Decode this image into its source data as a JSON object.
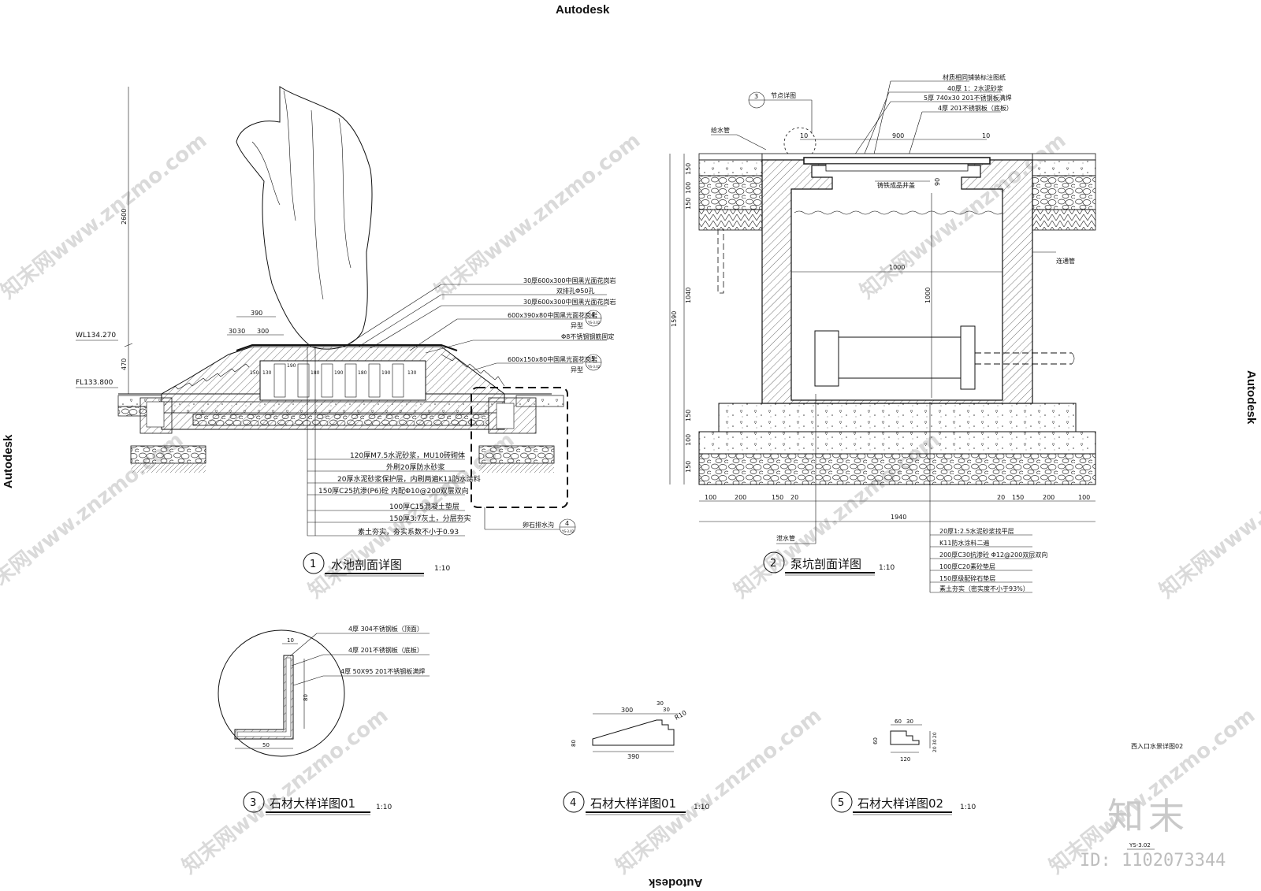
{
  "watermarks": {
    "top": "Autodesk",
    "left": "Autodesk",
    "right": "Autodesk",
    "bottom": "Autodesk",
    "site": "知末网www.znzmo.com",
    "logo": "知末",
    "id": "ID: 1102073344"
  },
  "detail1": {
    "num": "1",
    "title": "水池剖面详图",
    "scale": "1:10",
    "wl": "WL134.270",
    "fl": "FL133.800",
    "dim_height": "2600",
    "dim_470": "470",
    "dim_390": "390",
    "dim_30a": "30",
    "dim_30b": "30",
    "dim_300": "300",
    "labels_top": [
      "30厚600x300中国黑光面花岗岩",
      "双排孔Φ50孔",
      "30厚600x300中国黑光面花岗岩",
      "600x390x80中国黑光面花岗岩",
      "异型",
      "Φ8不锈钢钢筋固定",
      "600x150x80中国黑光面花岗岩",
      "异型"
    ],
    "ref4": "4",
    "ref5": "5",
    "sheet_ref": "YS-3.02",
    "labels_bottom": [
      "120厚M7.5水泥砂浆，MU10砖砌体",
      "外刷20厚防水砂浆",
      "20厚水泥砂浆保护层，内刷两遍K11防水涂料",
      "150厚C25抗渗(P6)砼 内配Φ10@200双层双向",
      "100厚C15混凝土垫层",
      "150厚3:7灰土，分层夯实",
      "素土夯实，夯实系数不小于0.93"
    ],
    "drain_label": "卵石排水沟",
    "drain_ref": "4",
    "inner_dims": [
      "150",
      "130",
      "190",
      "180",
      "190",
      "180",
      "190",
      "130"
    ]
  },
  "detail2": {
    "num": "2",
    "title": "泵坑剖面详图",
    "scale": "1:10",
    "node_ref": "3",
    "node_label": "节点详图",
    "labels_top": [
      "材质相同铺装标注图纸",
      "40厚 1：2水泥砂浆",
      "5厚 740x30 201不锈钢板满焊",
      "4厚 201不锈钢板（底板）"
    ],
    "supply_pipe": "给水管",
    "cover": "铸铁成品井盖",
    "overflow": "连通管",
    "drain_pipe": "泄水管",
    "dim_900": "900",
    "dim_10a": "10",
    "dim_10b": "10",
    "dim_90": "90",
    "dim_1000w": "1000",
    "dim_1000h": "1000",
    "dim_1040": "1040",
    "dim_1590": "1590",
    "dim_left": [
      "150",
      "100",
      "150",
      "150",
      "100",
      "150"
    ],
    "dim_bottom": [
      "100",
      "200",
      "150",
      "20",
      "20",
      "150",
      "200",
      "100"
    ],
    "dim_total": "1940",
    "labels_bottom": [
      "20厚1:2.5水泥砂浆找平层",
      "K11防水涂料二遍",
      "200厚C30抗渗砼 Φ12@200双层双向",
      "100厚C20素砼垫层",
      "150厚级配碎石垫层",
      "素土夯实（密实度不小于93%）"
    ]
  },
  "detail3": {
    "num": "3",
    "title": "石材大样详图01",
    "scale": "1:10",
    "labels": [
      "4厚 304不锈钢板（顶面）",
      "4厚 201不锈钢板（底板）",
      "4厚 50X95 201不锈钢板满焊"
    ],
    "dim_10": "10",
    "dim_80": "80",
    "dim_50": "50"
  },
  "detail4": {
    "num": "4",
    "title": "石材大样详图01",
    "scale": "1:10",
    "dim_300": "300",
    "dim_30a": "30",
    "dim_30b": "30",
    "dim_r": "R10",
    "dim_390": "390",
    "dim_h": "80"
  },
  "detail5": {
    "num": "5",
    "title": "石材大样详图02",
    "scale": "1:10",
    "dims_top": [
      "60",
      "30"
    ],
    "dim_h": "60",
    "dim_120": "120",
    "dims_right": [
      "20",
      "30",
      "20"
    ]
  },
  "sheet": {
    "caption": "西入口水景详图02",
    "code": "YS-3.02"
  }
}
